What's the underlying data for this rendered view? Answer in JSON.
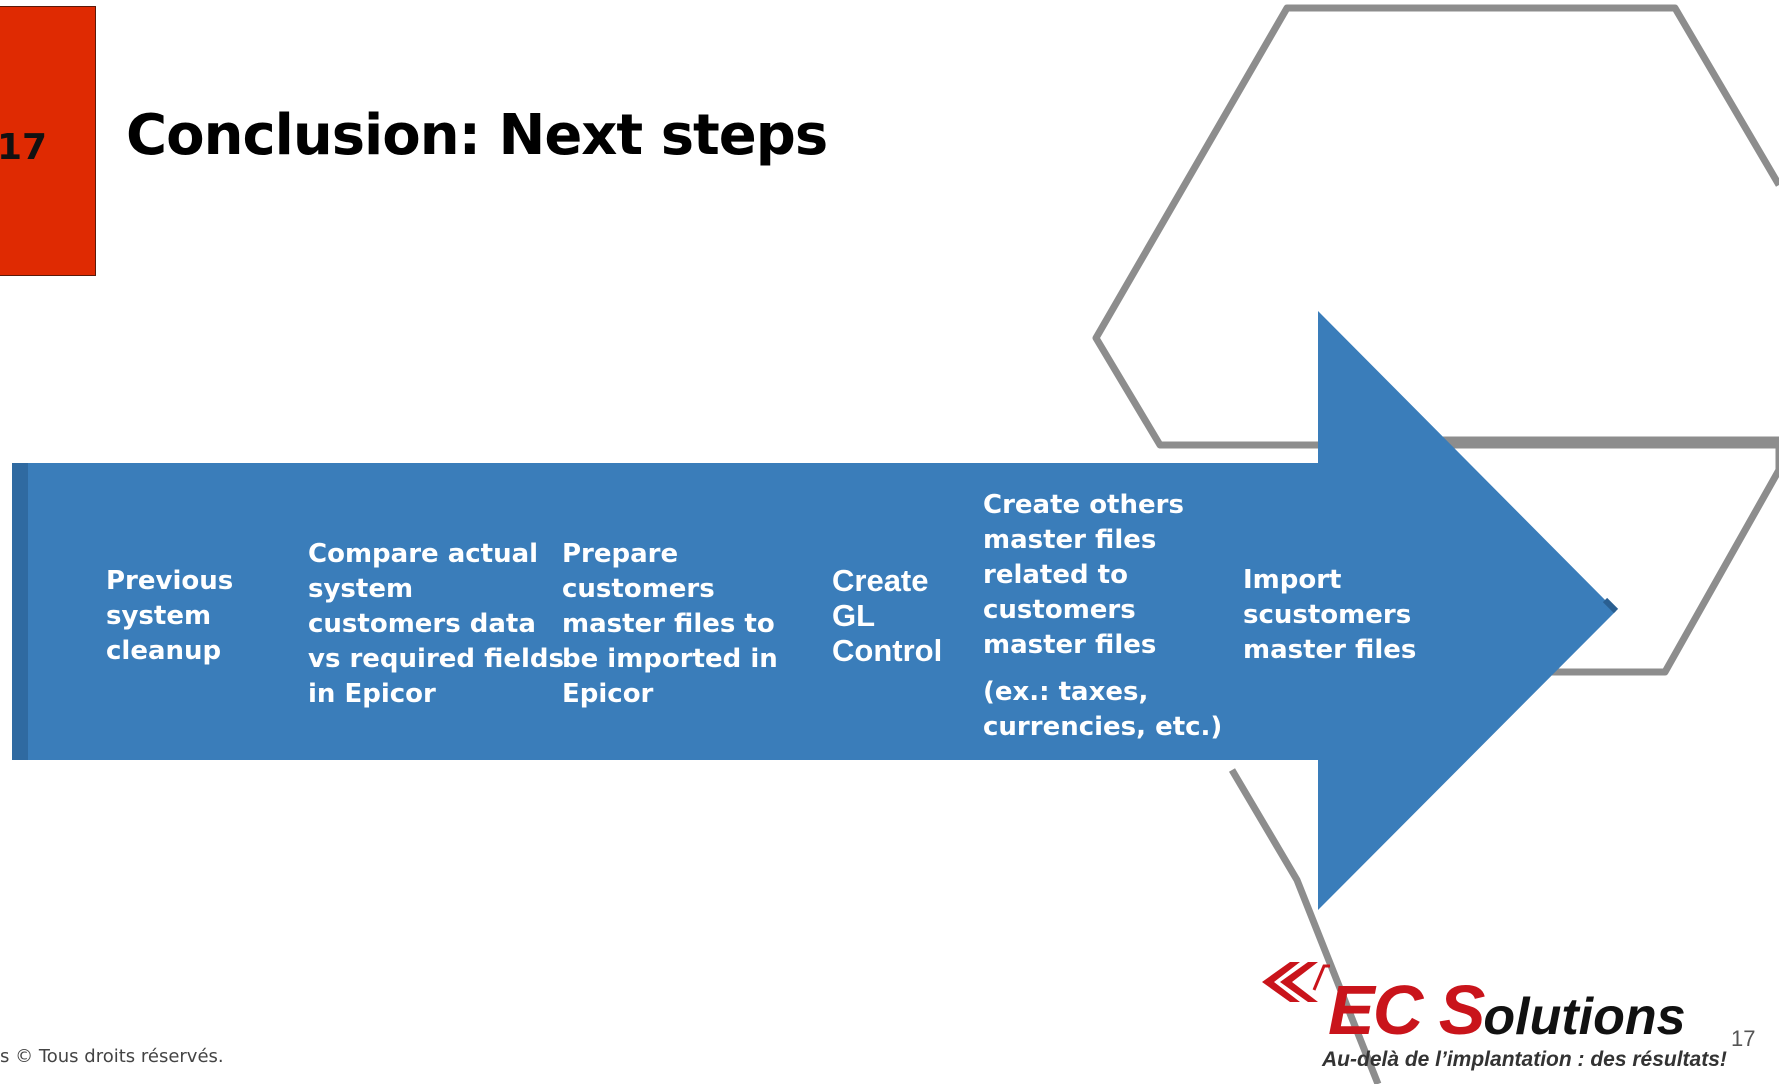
{
  "slide": {
    "number_tab": "17",
    "title": "Conclusion: Next steps",
    "footer": "s © Tous droits réservés.",
    "page_number": "17"
  },
  "arrow": {
    "color": "#3a7dba",
    "steps": [
      {
        "lines": [
          "Previous",
          "system",
          "cleanup"
        ]
      },
      {
        "lines": [
          "Compare actual",
          "system",
          "customers data",
          "vs required fields",
          "in Epicor"
        ]
      },
      {
        "lines": [
          "Prepare",
          "customers",
          "master files to",
          "be imported in",
          "Epicor"
        ]
      },
      {
        "lines": [
          "Create",
          "GL",
          "Control"
        ]
      },
      {
        "lines": [
          "Create others",
          "master files",
          "related to",
          "customers",
          "master files"
        ],
        "note": [
          "(ex.: taxes,",
          "currencies, etc.)"
        ]
      },
      {
        "lines": [
          "Import",
          "scustomers",
          "master files"
        ]
      }
    ]
  },
  "logo": {
    "word_part1": "EC S",
    "word_part2": "olutions",
    "tagline": "Au-delà de l’implantation : des résultats!",
    "brand_color": "#c9141b"
  },
  "colors": {
    "tab_red": "#df2a02",
    "hexagon_gray": "#8d8d8d"
  }
}
